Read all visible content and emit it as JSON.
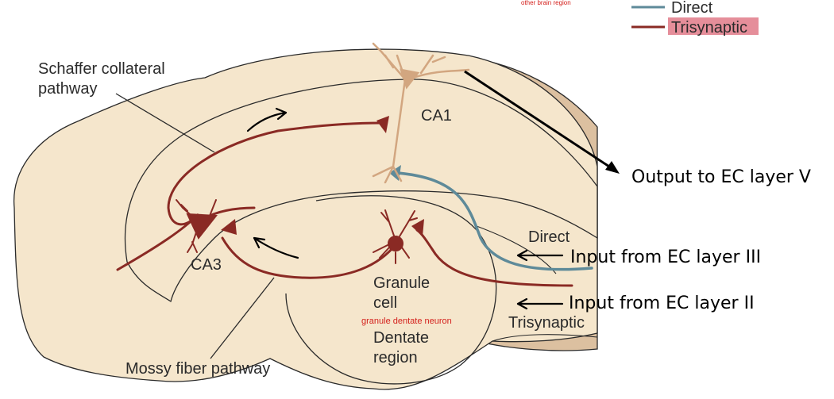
{
  "legend": {
    "direct_label": "Direct",
    "trisynaptic_label": "Trisynaptic",
    "direct_color": "#5e8a99",
    "trisynaptic_color": "#8a2a24",
    "highlight_color": "#e07a88"
  },
  "top_note": "other brain region",
  "labels": {
    "schaffer": [
      "Schaffer collateral",
      "pathway"
    ],
    "ca1": "CA1",
    "ca3": "CA3",
    "output": "Output to EC layer V",
    "direct": "Direct",
    "input_layer3": "Input from EC layer III",
    "input_layer2": "Input from EC layer II",
    "granule": [
      "Granule",
      "cell"
    ],
    "granule_note": "granule dentate neuron",
    "dentate": [
      "Dentate",
      "region"
    ],
    "trisynaptic": "Trisynaptic",
    "mossy": "Mossy fiber pathway"
  },
  "colors": {
    "tissue": "#f5e6cc",
    "tissue_dark": "#dcc0a0",
    "outline": "#2a2a2a",
    "neuron_ca1": "#d2a680"
  }
}
